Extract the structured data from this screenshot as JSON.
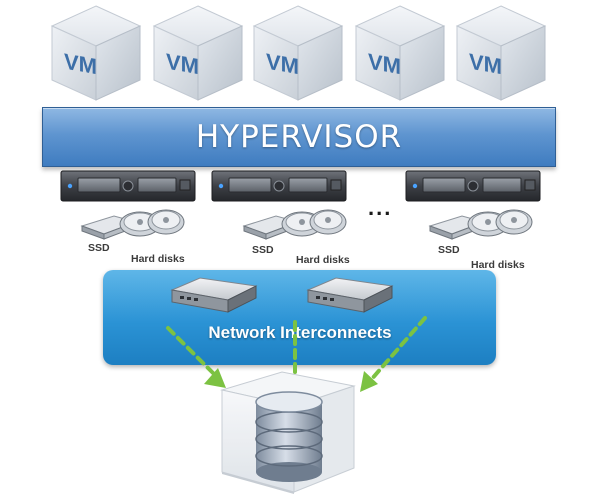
{
  "vms": [
    {
      "label": "VM"
    },
    {
      "label": "VM"
    },
    {
      "label": "VM"
    },
    {
      "label": "VM"
    },
    {
      "label": "VM"
    }
  ],
  "hypervisor": {
    "label": "HYPERVISOR"
  },
  "servers": {
    "ellipsis": "...",
    "nodes": [
      {
        "ssd_label": "SSD",
        "hdd_label": "Hard disks"
      },
      {
        "ssd_label": "SSD",
        "hdd_label": "Hard disks"
      },
      {
        "ssd_label": "SSD",
        "hdd_label": "Hard disks"
      }
    ]
  },
  "network": {
    "label": "Network Interconnects"
  },
  "colors": {
    "hypervisor": "#4f88c8",
    "network_panel": "#2b93d5",
    "arrow": "#7cc242",
    "vm_text": "#3d6fa8"
  },
  "icons": {
    "vm": "vm-cube-icon",
    "server": "server-rack-icon",
    "ssd": "ssd-icon",
    "hdd": "hard-disk-icon",
    "switch": "network-switch-icon",
    "storage": "database-storage-icon",
    "arrow": "dashed-arrow-icon"
  }
}
